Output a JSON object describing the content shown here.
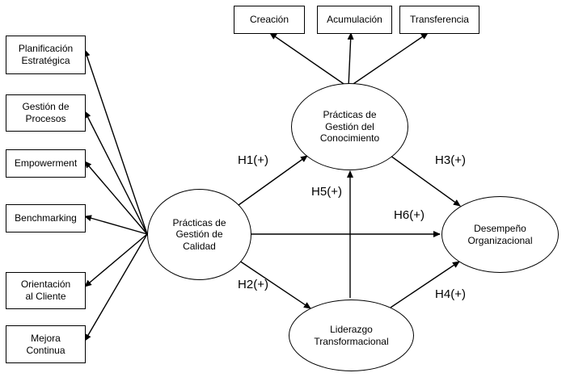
{
  "colors": {
    "background": "#ffffff",
    "line": "#000000",
    "text": "#000000",
    "node_fill": "#ffffff"
  },
  "quality_practices": [
    {
      "label": "Planificación\nEstratégica"
    },
    {
      "label": "Gestión de\nProcesos"
    },
    {
      "label": "Empowerment"
    },
    {
      "label": "Benchmarking"
    },
    {
      "label": "Orientación\nal Cliente"
    },
    {
      "label": "Mejora\nContinua"
    }
  ],
  "knowledge_processes": [
    {
      "label": "Creación"
    },
    {
      "label": "Acumulación"
    },
    {
      "label": "Transferencia"
    }
  ],
  "constructs": {
    "quality": {
      "label": "Prácticas de\nGestión de\nCalidad"
    },
    "knowledge": {
      "label": "Prácticas de\nGestión del\nConocimiento"
    },
    "performance": {
      "label": "Desempeño\nOrganizacional"
    },
    "leadership": {
      "label": "Liderazgo\nTransformacional"
    }
  },
  "hypotheses": {
    "h1": {
      "label": "H1(+)",
      "from": "quality",
      "to": "knowledge"
    },
    "h2": {
      "label": "H2(+)",
      "from": "quality",
      "to": "leadership"
    },
    "h3": {
      "label": "H3(+)",
      "from": "knowledge",
      "to": "performance"
    },
    "h4": {
      "label": "H4(+)",
      "from": "leadership",
      "to": "performance"
    },
    "h5": {
      "label": "H5(+)",
      "from": "leadership",
      "to": "knowledge"
    },
    "h6": {
      "label": "H6(+)",
      "from": "quality",
      "to": "performance"
    }
  }
}
